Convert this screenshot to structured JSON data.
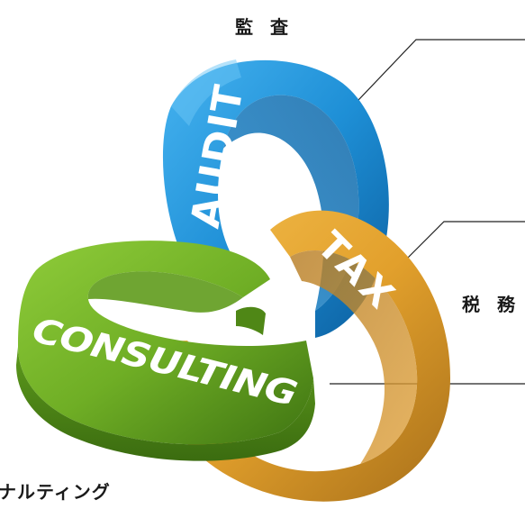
{
  "labels": {
    "audit_jp": "監 査",
    "tax_jp": "税 務",
    "consulting_jp": "ナルティング"
  },
  "rings": [
    {
      "id": "audit",
      "text": "AUDIT",
      "color": "#1e8fd6"
    },
    {
      "id": "tax",
      "text": "TAX",
      "color": "#e2a02c"
    },
    {
      "id": "consulting",
      "text": "CONSULTING",
      "color": "#6fae25"
    }
  ],
  "colors": {
    "audit_main": "#1e8fd6",
    "audit_dark": "#0b5e9e",
    "tax_main": "#e2a02c",
    "tax_dark": "#a8701a",
    "consulting_main": "#6fae25",
    "consulting_dark": "#3f7412",
    "leader_line": "#222222"
  }
}
